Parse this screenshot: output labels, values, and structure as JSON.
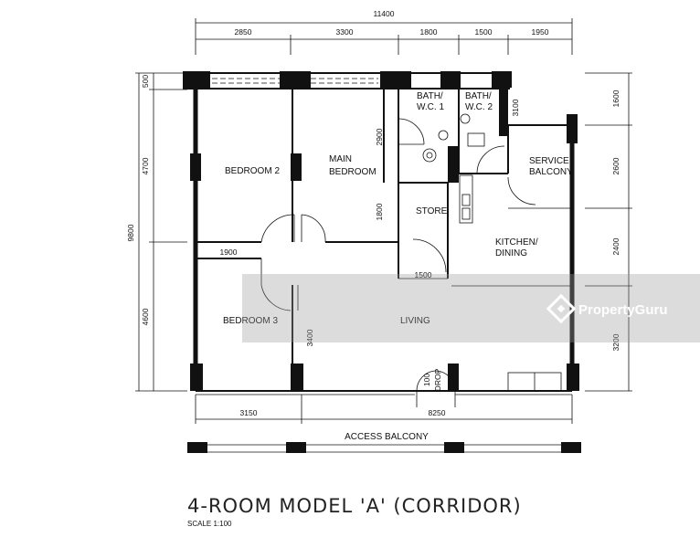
{
  "dimensions": {
    "top_total": "11400",
    "top": [
      "2850",
      "3300",
      "1800",
      "1500",
      "1950"
    ],
    "left_total": "9800",
    "left": [
      "500",
      "4700",
      "4600"
    ],
    "right": [
      "1600",
      "2600",
      "2400",
      "3200"
    ],
    "bottom": [
      "3150",
      "8250"
    ],
    "interior": {
      "d2900": "2900",
      "d1800": "1800",
      "d1900": "1900",
      "d1500": "1500",
      "d3400": "3400",
      "d3100": "3100",
      "d100": "100"
    }
  },
  "rooms": {
    "bedroom2": "BEDROOM 2",
    "main_bedroom_1": "MAIN",
    "main_bedroom_2": "BEDROOM",
    "bath1_1": "BATH/",
    "bath1_2": "W.C. 1",
    "bath2_1": "BATH/",
    "bath2_2": "W.C. 2",
    "service_1": "SERVICE",
    "service_2": "BALCONY",
    "store": "STORE",
    "kitchen_1": "KITCHEN/",
    "kitchen_2": "DINING",
    "bedroom3": "BEDROOM 3",
    "living": "LIVING",
    "drop": "DROP"
  },
  "access_balcony": "ACCESS   BALCONY",
  "title": "4-ROOM MODEL 'A' (CORRIDOR)",
  "scale": "SCALE   1:100",
  "watermark": "PropertyGuru"
}
